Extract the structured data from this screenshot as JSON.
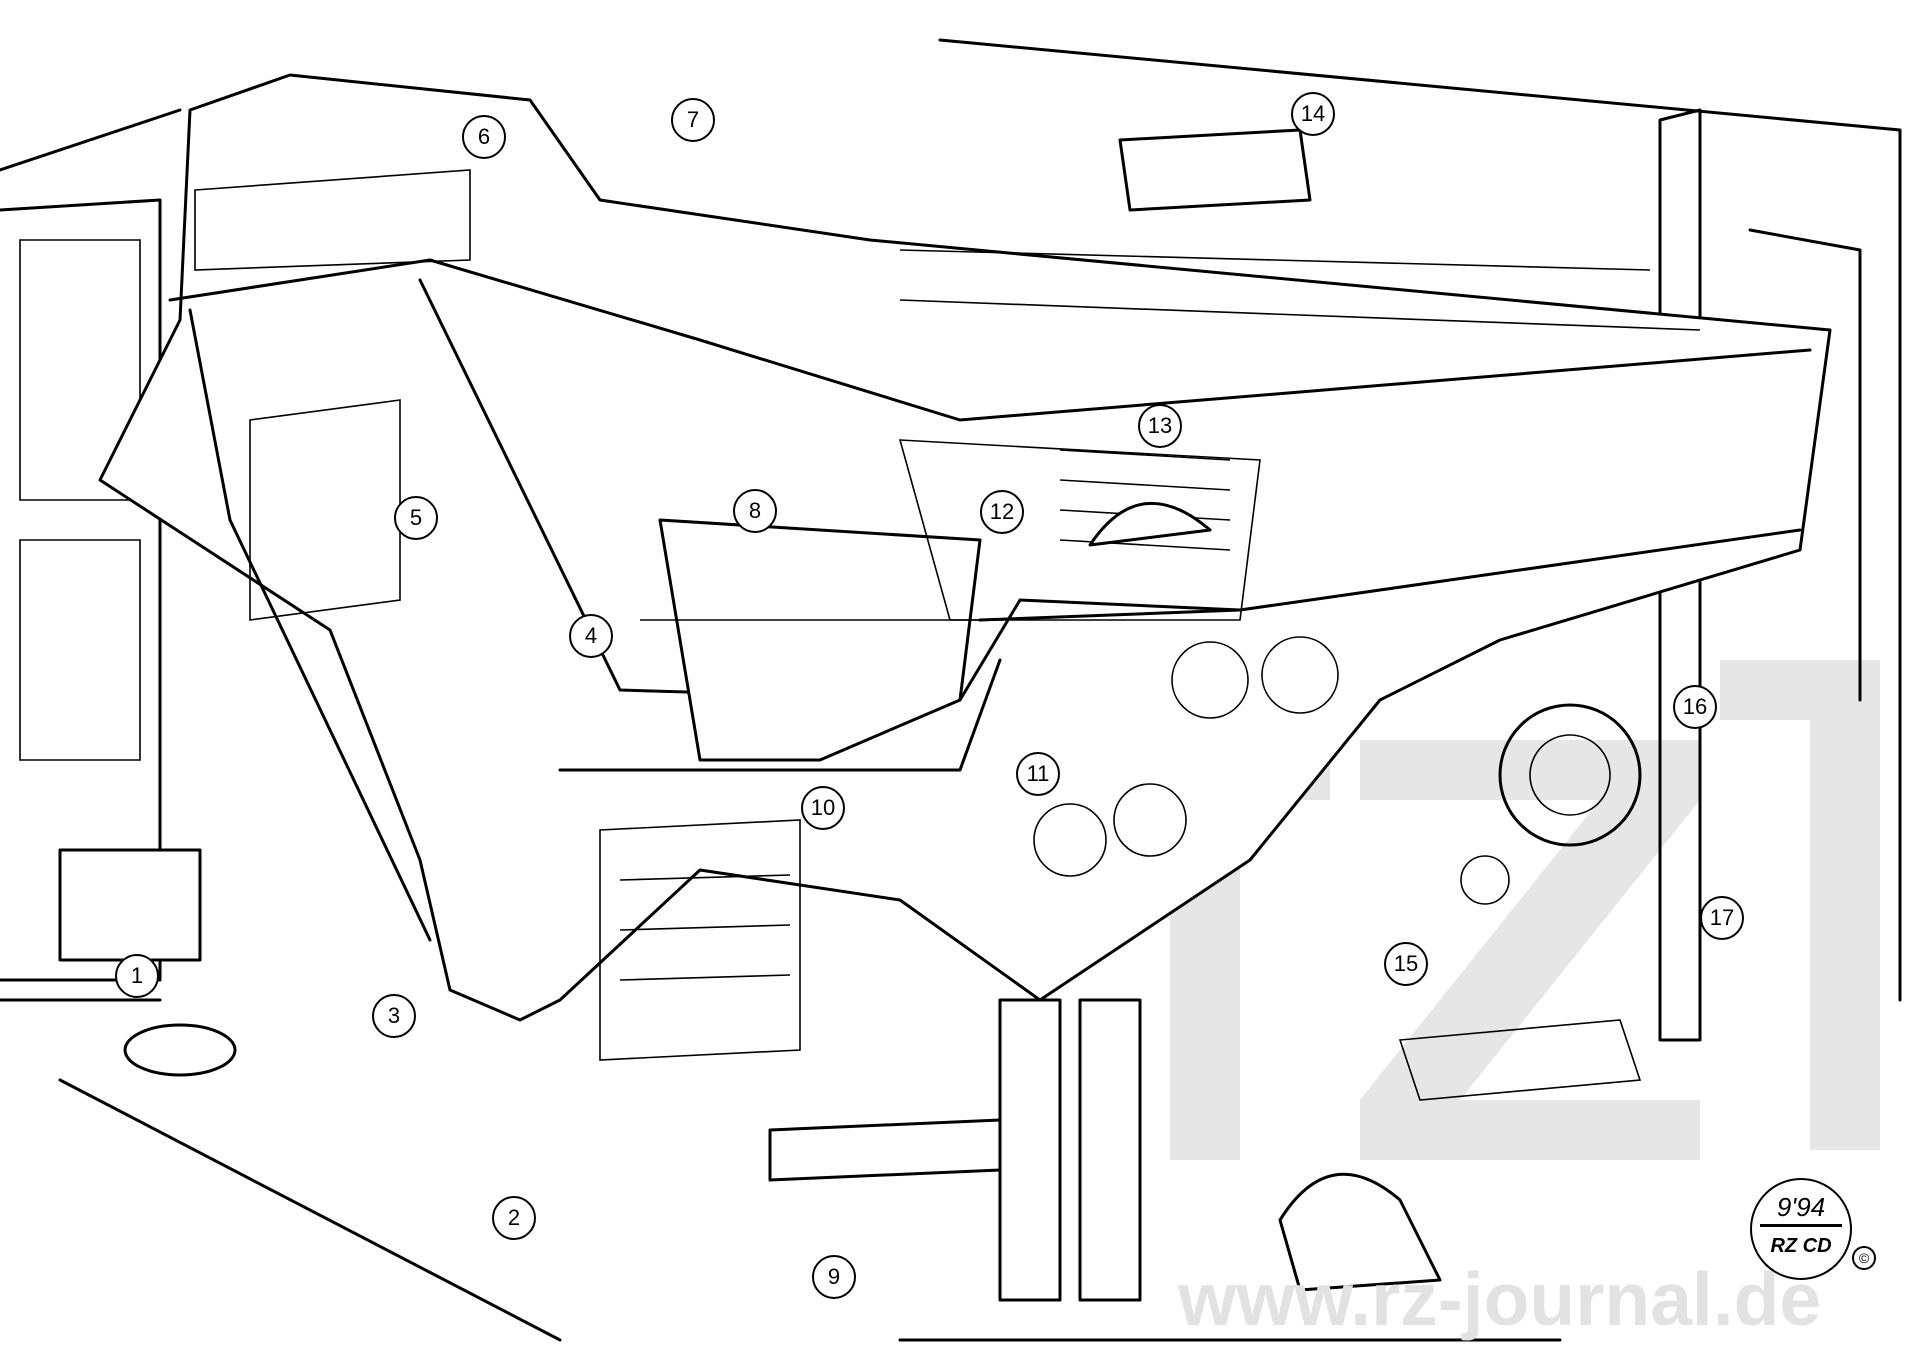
{
  "callouts": [
    "1",
    "2",
    "3",
    "4",
    "5",
    "6",
    "7",
    "8",
    "9",
    "10",
    "11",
    "12",
    "13",
    "14",
    "15",
    "16",
    "17"
  ],
  "watermark": "www.rz-journal.de",
  "signature": {
    "date": "9'94",
    "initials": "RZ CD",
    "copyright": "©"
  },
  "colors": {
    "ink": "#000000",
    "paper": "#ffffff",
    "watermark": "#e2e2e2"
  }
}
